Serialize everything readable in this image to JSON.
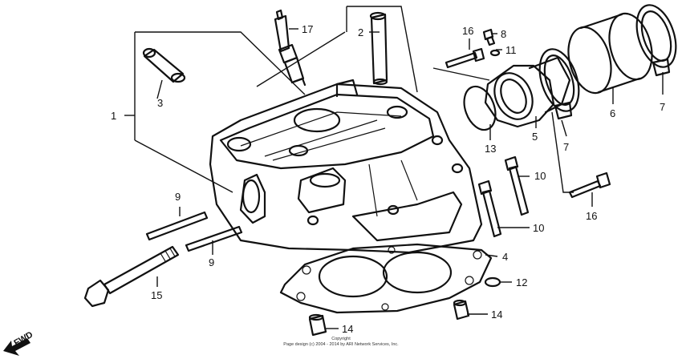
{
  "callouts": {
    "c1": "1",
    "c2": "2",
    "c3": "3",
    "c4": "4",
    "c5": "5",
    "c6": "6",
    "c7a": "7",
    "c7b": "7",
    "c8": "8",
    "c9a": "9",
    "c9b": "9",
    "c10a": "10",
    "c10b": "10",
    "c11": "11",
    "c12": "12",
    "c13": "13",
    "c14a": "14",
    "c14b": "14",
    "c15": "15",
    "c16a": "16",
    "c16b": "16",
    "c17": "17"
  },
  "fwd_label": "FWD",
  "copyright": {
    "line1": "Copyright",
    "line2": "Page design (c) 2004 - 2014 by ARI Network Services, Inc."
  }
}
